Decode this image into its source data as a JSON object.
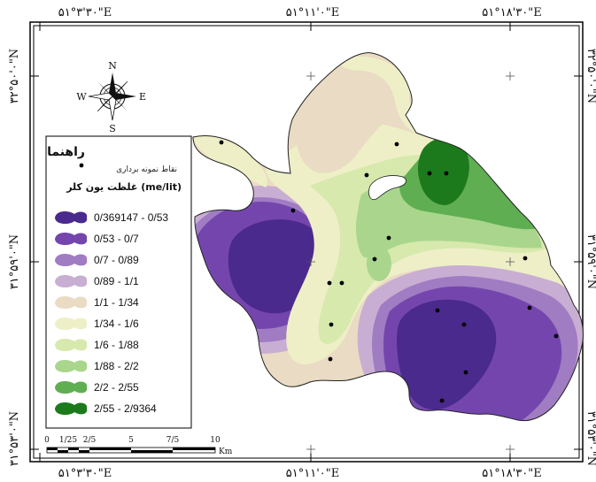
{
  "colors": {
    "outside": "#ffffff",
    "frame": "#000000",
    "c1": "#4a2a8c",
    "c2": "#7446ad",
    "c3": "#a07cc3",
    "c4": "#c9aed3",
    "c5": "#eadbc4",
    "c6": "#eeefc7",
    "c7": "#d7e9ad",
    "c8": "#a9d68c",
    "c9": "#5fae52",
    "c10": "#1c7a1c"
  },
  "coords": {
    "top": [
      "۵۱°۳'۳۰\"E",
      "۵۱°۱۱'۰\"E",
      "۵۱°۱۸'۳۰\"E"
    ],
    "bottom": [
      "۵۱°۳'۳۰\"E",
      "۵۱°۱۱'۰\"E",
      "۵۱°۱۸'۳۰\"E"
    ],
    "left": [
      "۳۲°۵۰'۰\"N",
      "۳۱°۵۹'۰\"N",
      "۳۱°۵۳'۰\"N"
    ],
    "right": [
      "۳۲°۵۰'۰\"N",
      "۳۱°۵۹'۰\"N",
      "۳۱°۵۳'۰\"N"
    ]
  },
  "north_arrow": {
    "n": "N",
    "s": "S",
    "e": "E",
    "w": "W"
  },
  "legend": {
    "title": "راهنما",
    "points_label": "نقاط نمونه برداری",
    "subtitle": "غلظت یون کلر (me/lit)",
    "classes": [
      {
        "label": "0/369147 - 0/53",
        "color": "#4a2a8c"
      },
      {
        "label": "0/53 - 0/7",
        "color": "#7446ad"
      },
      {
        "label": "0/7 - 0/89",
        "color": "#a07cc3"
      },
      {
        "label": "0/89 - 1/1",
        "color": "#c9aed3"
      },
      {
        "label": "1/1 - 1/34",
        "color": "#eadbc4"
      },
      {
        "label": "1/34 - 1/6",
        "color": "#eeefc7"
      },
      {
        "label": "1/6 - 1/88",
        "color": "#d7e9ad"
      },
      {
        "label": "1/88 - 2/2",
        "color": "#a9d68c"
      },
      {
        "label": "2/2 - 2/55",
        "color": "#5fae52"
      },
      {
        "label": "2/55 - 2/9364",
        "color": "#1c7a1c"
      }
    ]
  },
  "scale_bar": {
    "ticks": [
      "0",
      "1/25",
      "2/5",
      "5",
      "7/5",
      "10"
    ],
    "unit": "Km"
  }
}
